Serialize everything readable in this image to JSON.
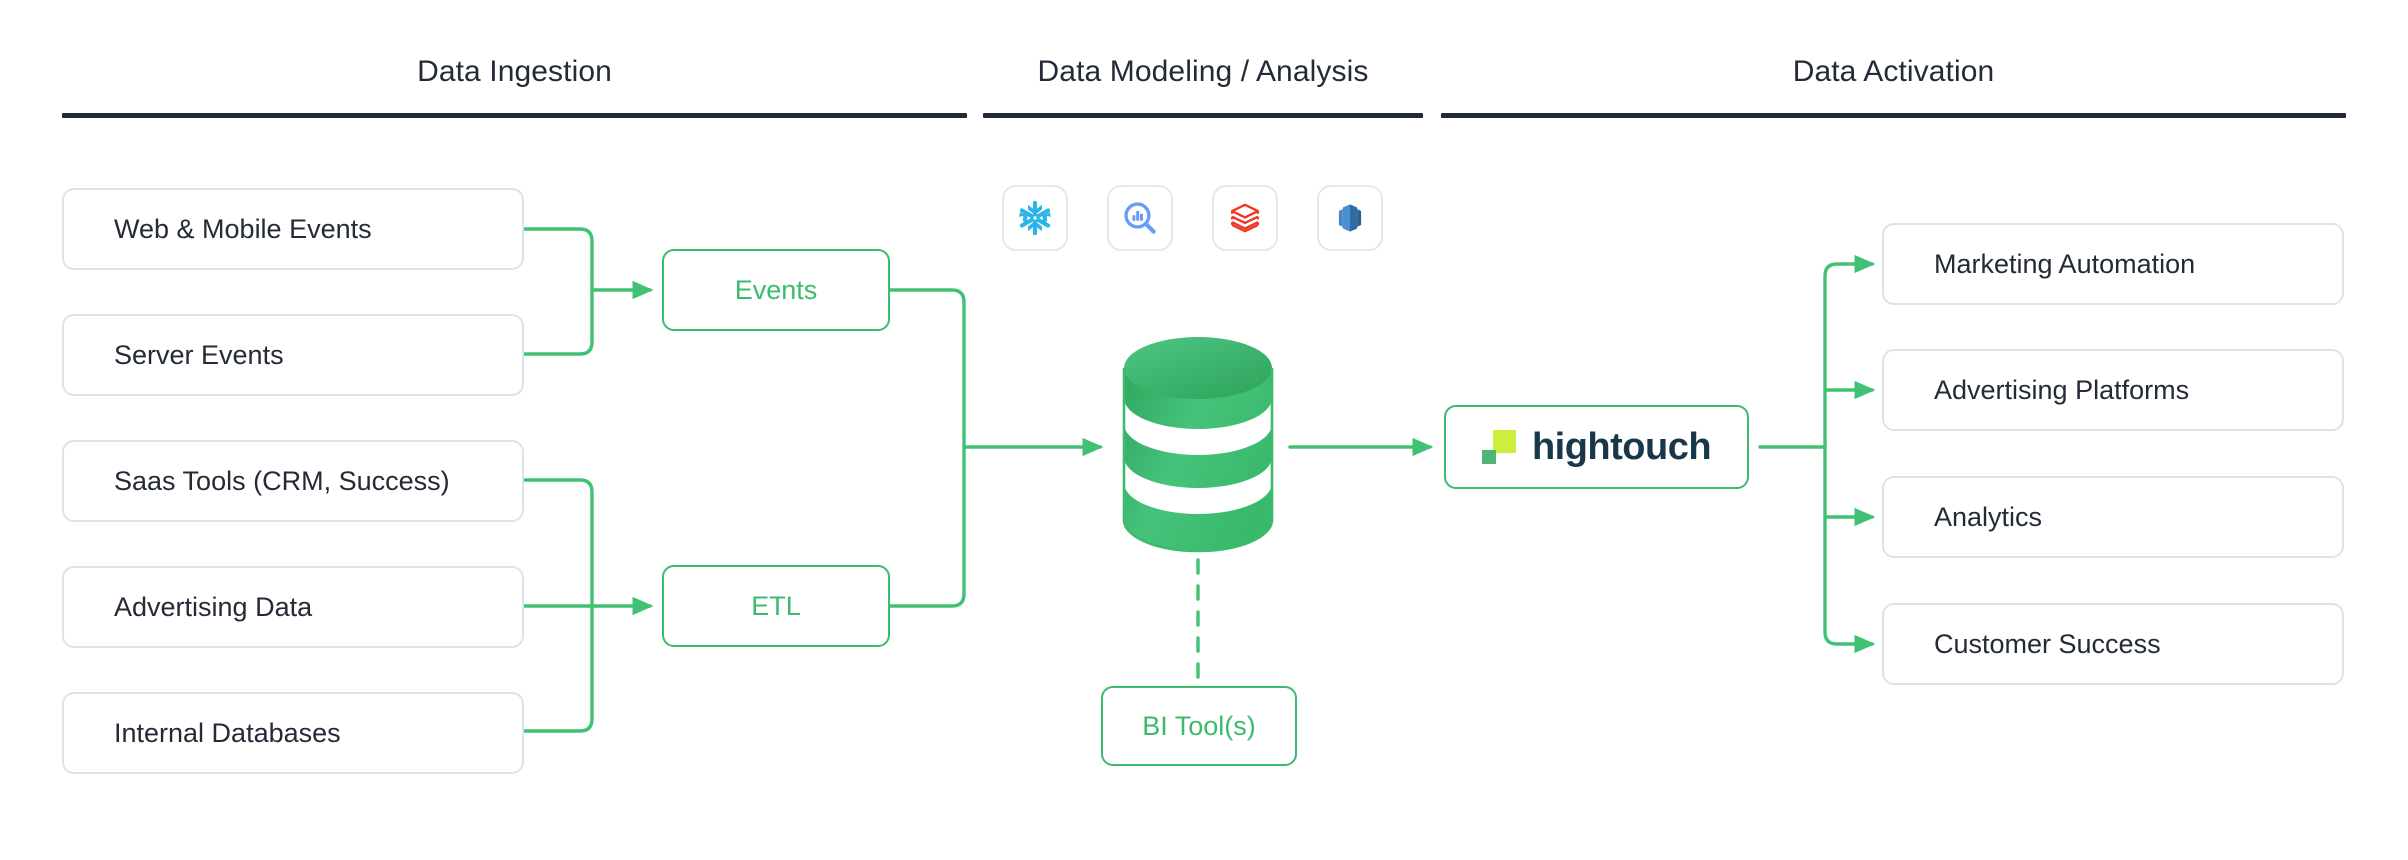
{
  "colors": {
    "green": "#3cbb6e",
    "green_bright": "#41c173",
    "ink": "#242b36",
    "box_border": "#dde3ea",
    "tile_border": "#e3e8ef",
    "snowflake": "#29b5e8",
    "bigquery": "#669df6",
    "databricks": "#ef3824",
    "redshift": "#3b6fa8",
    "ht_lime": "#cdee3f",
    "ht_green": "#4fb574",
    "ht_text": "#18384a",
    "canvas": "#ffffff"
  },
  "columns": [
    {
      "title": "Data Ingestion"
    },
    {
      "title": "Data Modeling / Analysis"
    },
    {
      "title": "Data Activation"
    }
  ],
  "ingestion": {
    "sources_top": [
      {
        "label": "Web & Mobile Events"
      },
      {
        "label": "Server Events"
      }
    ],
    "sources_bottom": [
      {
        "label": "Saas Tools (CRM, Success)"
      },
      {
        "label": "Advertising Data"
      },
      {
        "label": "Internal Databases"
      }
    ],
    "pipelines": [
      {
        "label": "Events"
      },
      {
        "label": "ETL"
      }
    ]
  },
  "modeling": {
    "warehouse_tiles": [
      {
        "icon": "snowflake-icon",
        "name": "Snowflake"
      },
      {
        "icon": "bigquery-icon",
        "name": "BigQuery"
      },
      {
        "icon": "databricks-icon",
        "name": "Databricks"
      },
      {
        "icon": "redshift-icon",
        "name": "Redshift"
      }
    ],
    "warehouse": {
      "icon": "database-cylinder-icon",
      "name": "Data Warehouse"
    },
    "bi": {
      "label": "BI Tool(s)"
    }
  },
  "activation": {
    "product": {
      "wordmark": "hightouch",
      "mark": "hightouch-logo-mark"
    },
    "destinations": [
      {
        "label": "Marketing Automation"
      },
      {
        "label": "Advertising Platforms"
      },
      {
        "label": "Analytics"
      },
      {
        "label": "Customer Success"
      }
    ]
  }
}
